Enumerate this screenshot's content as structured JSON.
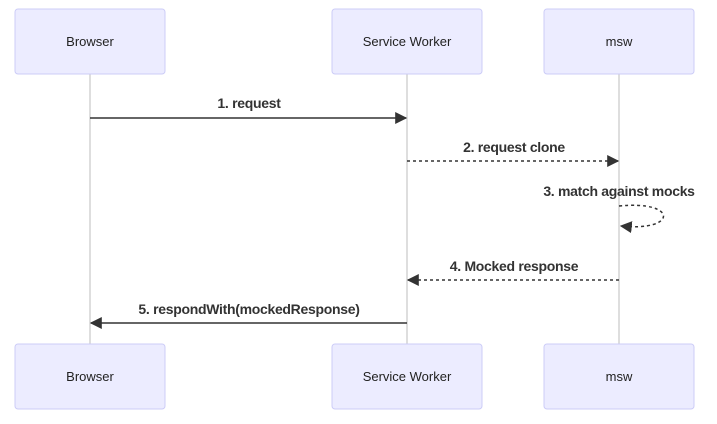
{
  "participants": [
    {
      "id": "browser",
      "label": "Browser"
    },
    {
      "id": "sw",
      "label": "Service Worker"
    },
    {
      "id": "msw",
      "label": "msw"
    }
  ],
  "messages": [
    {
      "label": "1. request",
      "style": "solid"
    },
    {
      "label": "2. request clone",
      "style": "dashed"
    },
    {
      "label": "3. match against mocks",
      "style": "dashed"
    },
    {
      "label": "4. Mocked response",
      "style": "dashed"
    },
    {
      "label": "5. respondWith(mockedResponse)",
      "style": "solid"
    }
  ],
  "colors": {
    "actor_fill": "#ececff",
    "actor_border": "#ccccf7",
    "lifeline": "#d4d4d4",
    "arrow": "#333333"
  }
}
